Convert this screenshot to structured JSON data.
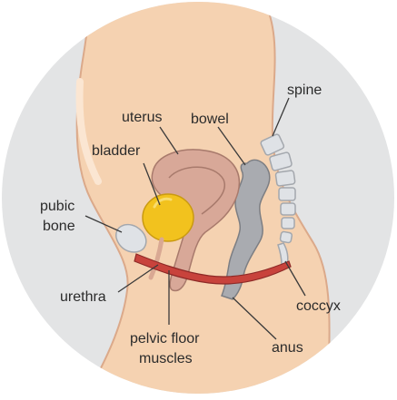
{
  "labels": {
    "spine": "spine",
    "uterus": "uterus",
    "bowel": "bowel",
    "bladder": "bladder",
    "pubic_bone_line1": "pubic",
    "pubic_bone_line2": "bone",
    "urethra": "urethra",
    "coccyx": "coccyx",
    "pelvic_floor_line1": "pelvic floor",
    "pelvic_floor_line2": "muscles",
    "anus": "anus"
  },
  "colors": {
    "background_circle": "#e3e4e5",
    "skin": "#f5d2b1",
    "skin_outline": "#dba98a",
    "uterus": "#d8a898",
    "uterus_outline": "#a87a6c",
    "bladder": "#f2c21e",
    "bladder_outline": "#c99a11",
    "bowel": "#a9abb0",
    "bowel_outline": "#7c7e83",
    "bone": "#dfe2e6",
    "bone_outline": "#a3a7ad",
    "muscle": "#c8433c",
    "muscle_outline": "#8e2a27",
    "leader_line": "#3a3a3a"
  }
}
